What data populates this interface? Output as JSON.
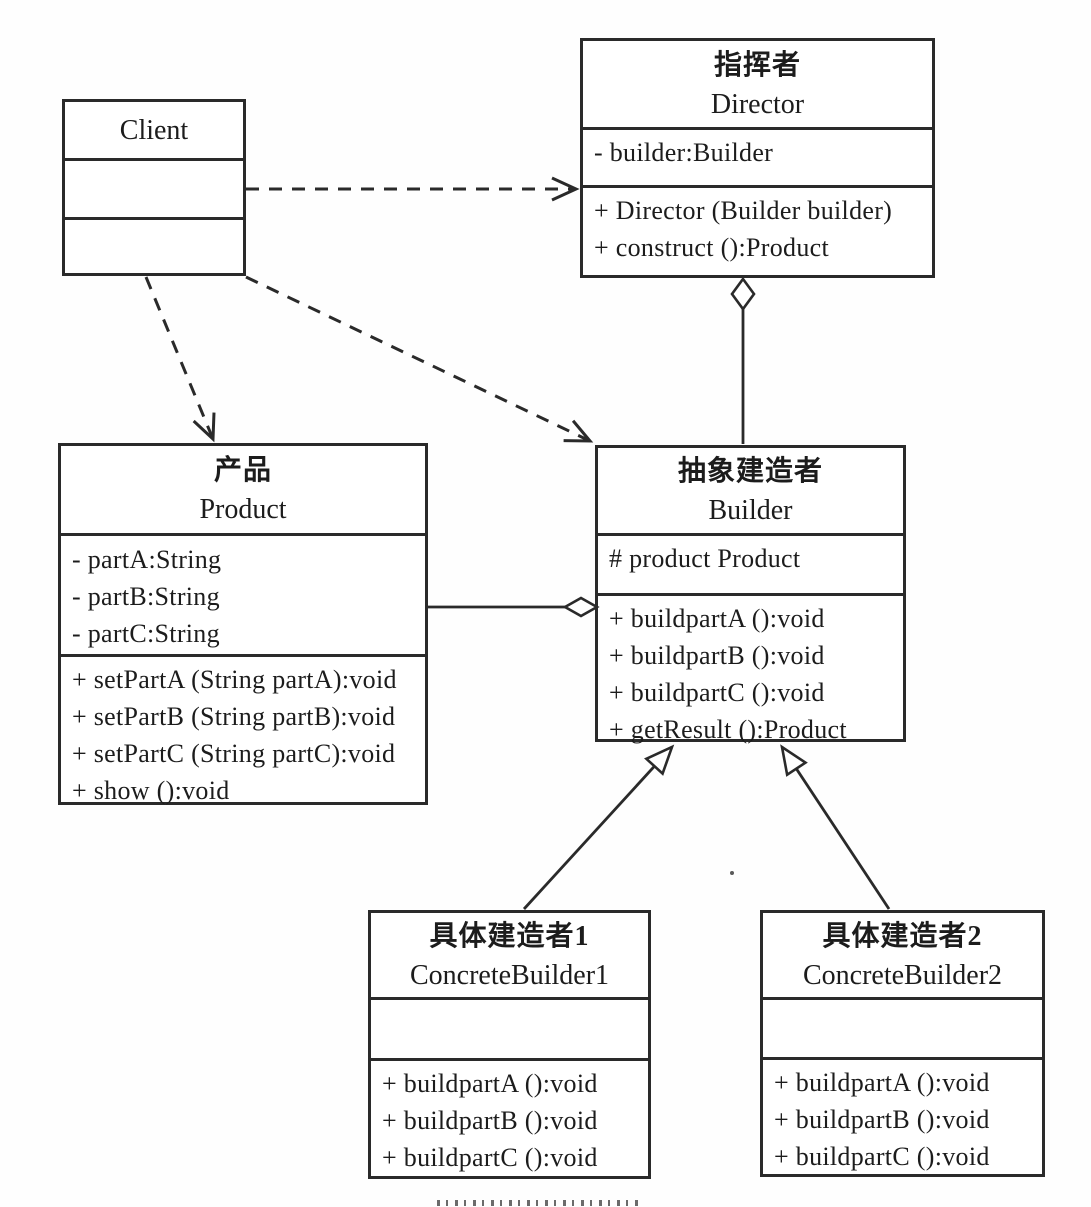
{
  "diagram_type": "uml-class-diagram",
  "pattern": "Builder",
  "colors": {
    "ink": "#2a2a2a",
    "background": "#ffffff"
  },
  "classes": {
    "client": {
      "name": "Client",
      "attributes": [],
      "methods": []
    },
    "director": {
      "name_cn": "指挥者",
      "name_en": "Director",
      "attributes": [
        "- builder:Builder"
      ],
      "methods": [
        "+ Director (Builder builder)",
        "+ construct ():Product"
      ]
    },
    "product": {
      "name_cn": "产品",
      "name_en": "Product",
      "attributes": [
        "- partA:String",
        "- partB:String",
        "- partC:String"
      ],
      "methods": [
        "+ setPartA (String partA):void",
        "+ setPartB (String partB):void",
        "+ setPartC (String partC):void",
        "+ show ():void"
      ]
    },
    "builder": {
      "name_cn": "抽象建造者",
      "name_en": "Builder",
      "attributes": [
        "# product Product"
      ],
      "methods": [
        "+ buildpartA ():void",
        "+ buildpartB ():void",
        "+ buildpartC ():void",
        "+ getResult ():Product"
      ]
    },
    "concrete_builder_1": {
      "name_cn": "具体建造者1",
      "name_en": "ConcreteBuilder1",
      "attributes": [],
      "methods": [
        "+ buildpartA ():void",
        "+ buildpartB ():void",
        "+ buildpartC ():void"
      ]
    },
    "concrete_builder_2": {
      "name_cn": "具体建造者2",
      "name_en": "ConcreteBuilder2",
      "attributes": [],
      "methods": [
        "+ buildpartA ():void",
        "+ buildpartB ():void",
        "+ buildpartC ():void"
      ]
    }
  },
  "relations": [
    {
      "type": "dependency",
      "from": "Client",
      "to": "Director",
      "line": "dashed-open-arrow"
    },
    {
      "type": "dependency",
      "from": "Client",
      "to": "Product",
      "line": "dashed-open-arrow"
    },
    {
      "type": "dependency",
      "from": "Client",
      "to": "Builder",
      "line": "dashed-open-arrow"
    },
    {
      "type": "aggregation",
      "from": "Builder",
      "to": "Director",
      "diamond_at": "Director"
    },
    {
      "type": "aggregation",
      "from": "Product",
      "to": "Builder",
      "diamond_at": "Builder"
    },
    {
      "type": "generalization",
      "from": "ConcreteBuilder1",
      "to": "Builder"
    },
    {
      "type": "generalization",
      "from": "ConcreteBuilder2",
      "to": "Builder"
    }
  ]
}
